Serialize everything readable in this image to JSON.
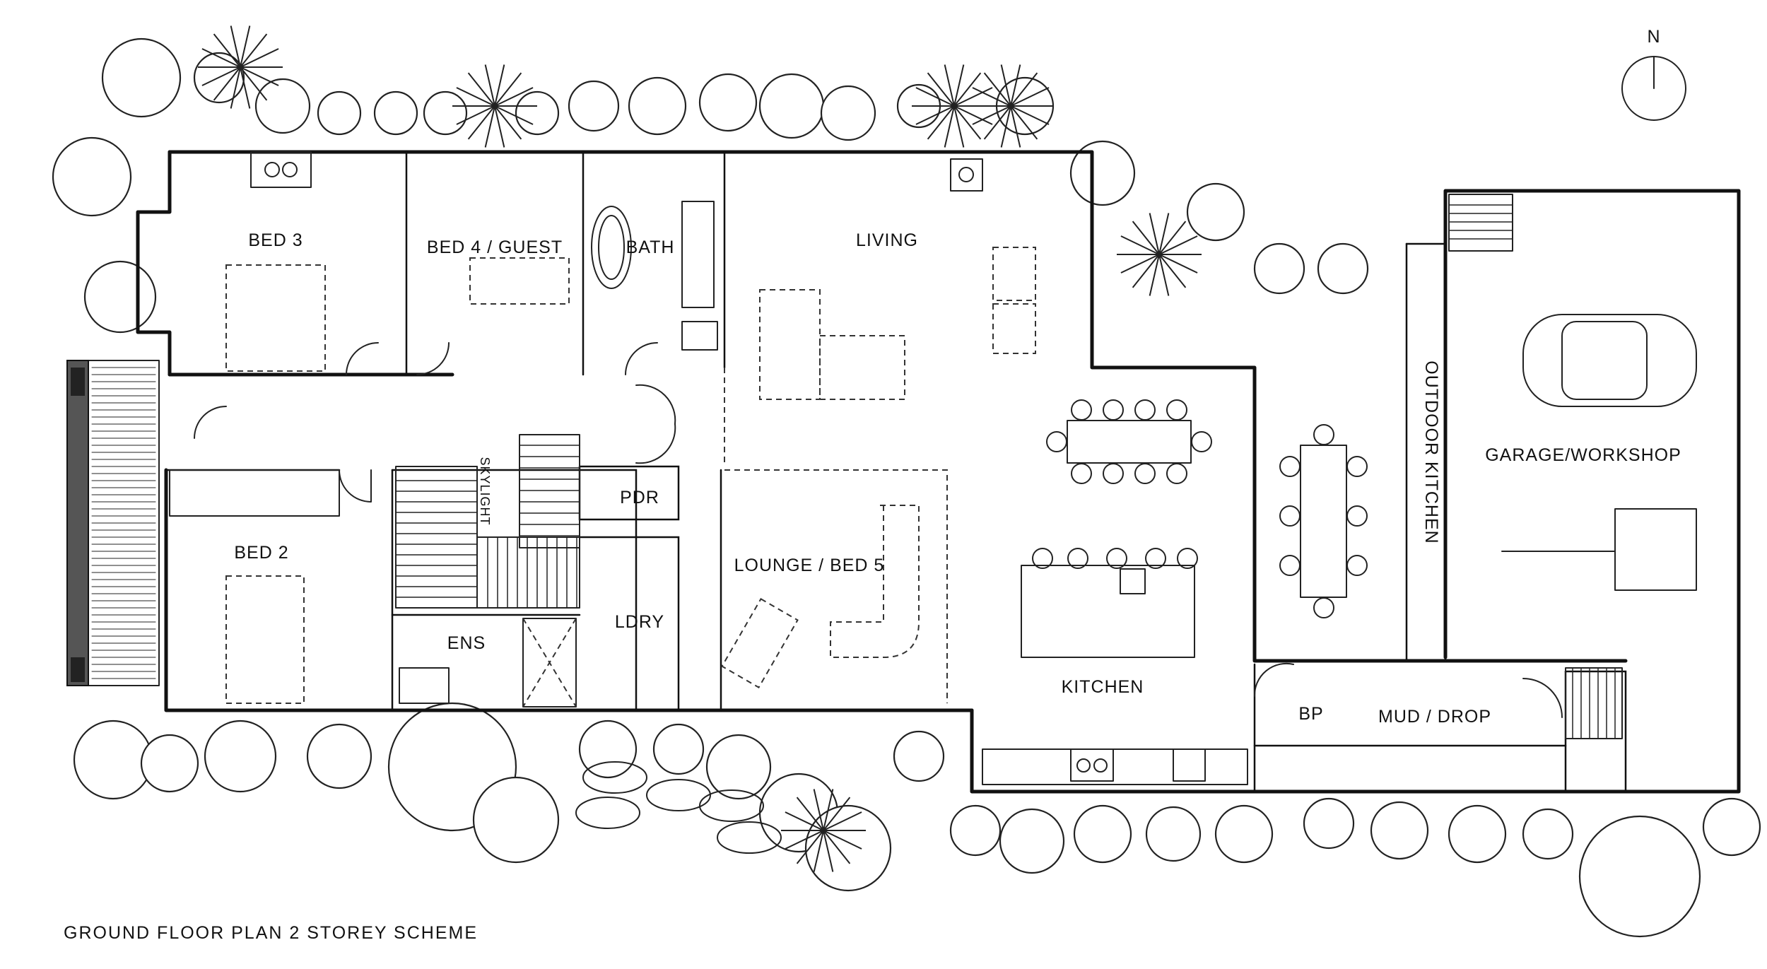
{
  "north_label": "N",
  "caption": "GROUND FLOOR PLAN   2 STOREY SCHEME",
  "rooms": {
    "bed3": "BED 3",
    "bed4": "BED 4 / GUEST",
    "bath": "BATH",
    "living": "LIVING",
    "bed2": "BED 2",
    "skylight": "SKYLIGHT",
    "pdr": "PDR",
    "lounge": "LOUNGE / BED 5",
    "ens": "ENS",
    "ldry": "LDRY",
    "kitchen": "KITCHEN",
    "bp": "BP",
    "mud": "MUD / DROP",
    "outdoor_kitchen": "OUTDOOR KITCHEN",
    "garage": "GARAGE/WORKSHOP"
  }
}
